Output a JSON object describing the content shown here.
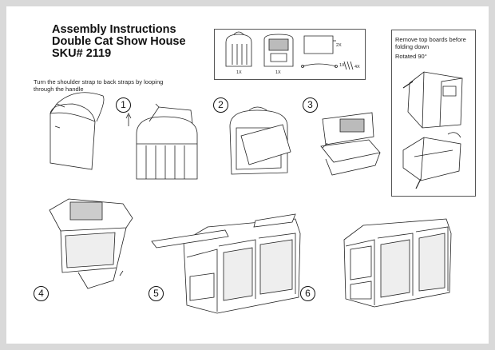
{
  "title": {
    "line1": "Assembly Instructions",
    "line2": "Double Cat Show House",
    "line3": "SKU# 2119"
  },
  "intro": {
    "line1": "Turn the shoulder strap to back straps by looping",
    "line2": "through the handle"
  },
  "parts": {
    "qty_cover": "1X",
    "qty_house": "1X",
    "qty_boards": "2X",
    "qty_rod": "1X",
    "qty_pegs": "4X"
  },
  "side_panel": {
    "line1": "Remove top boards before",
    "line2": "folding down",
    "line3": "Rotated 90°"
  },
  "steps": [
    "1",
    "2",
    "3",
    "4",
    "5",
    "6"
  ]
}
